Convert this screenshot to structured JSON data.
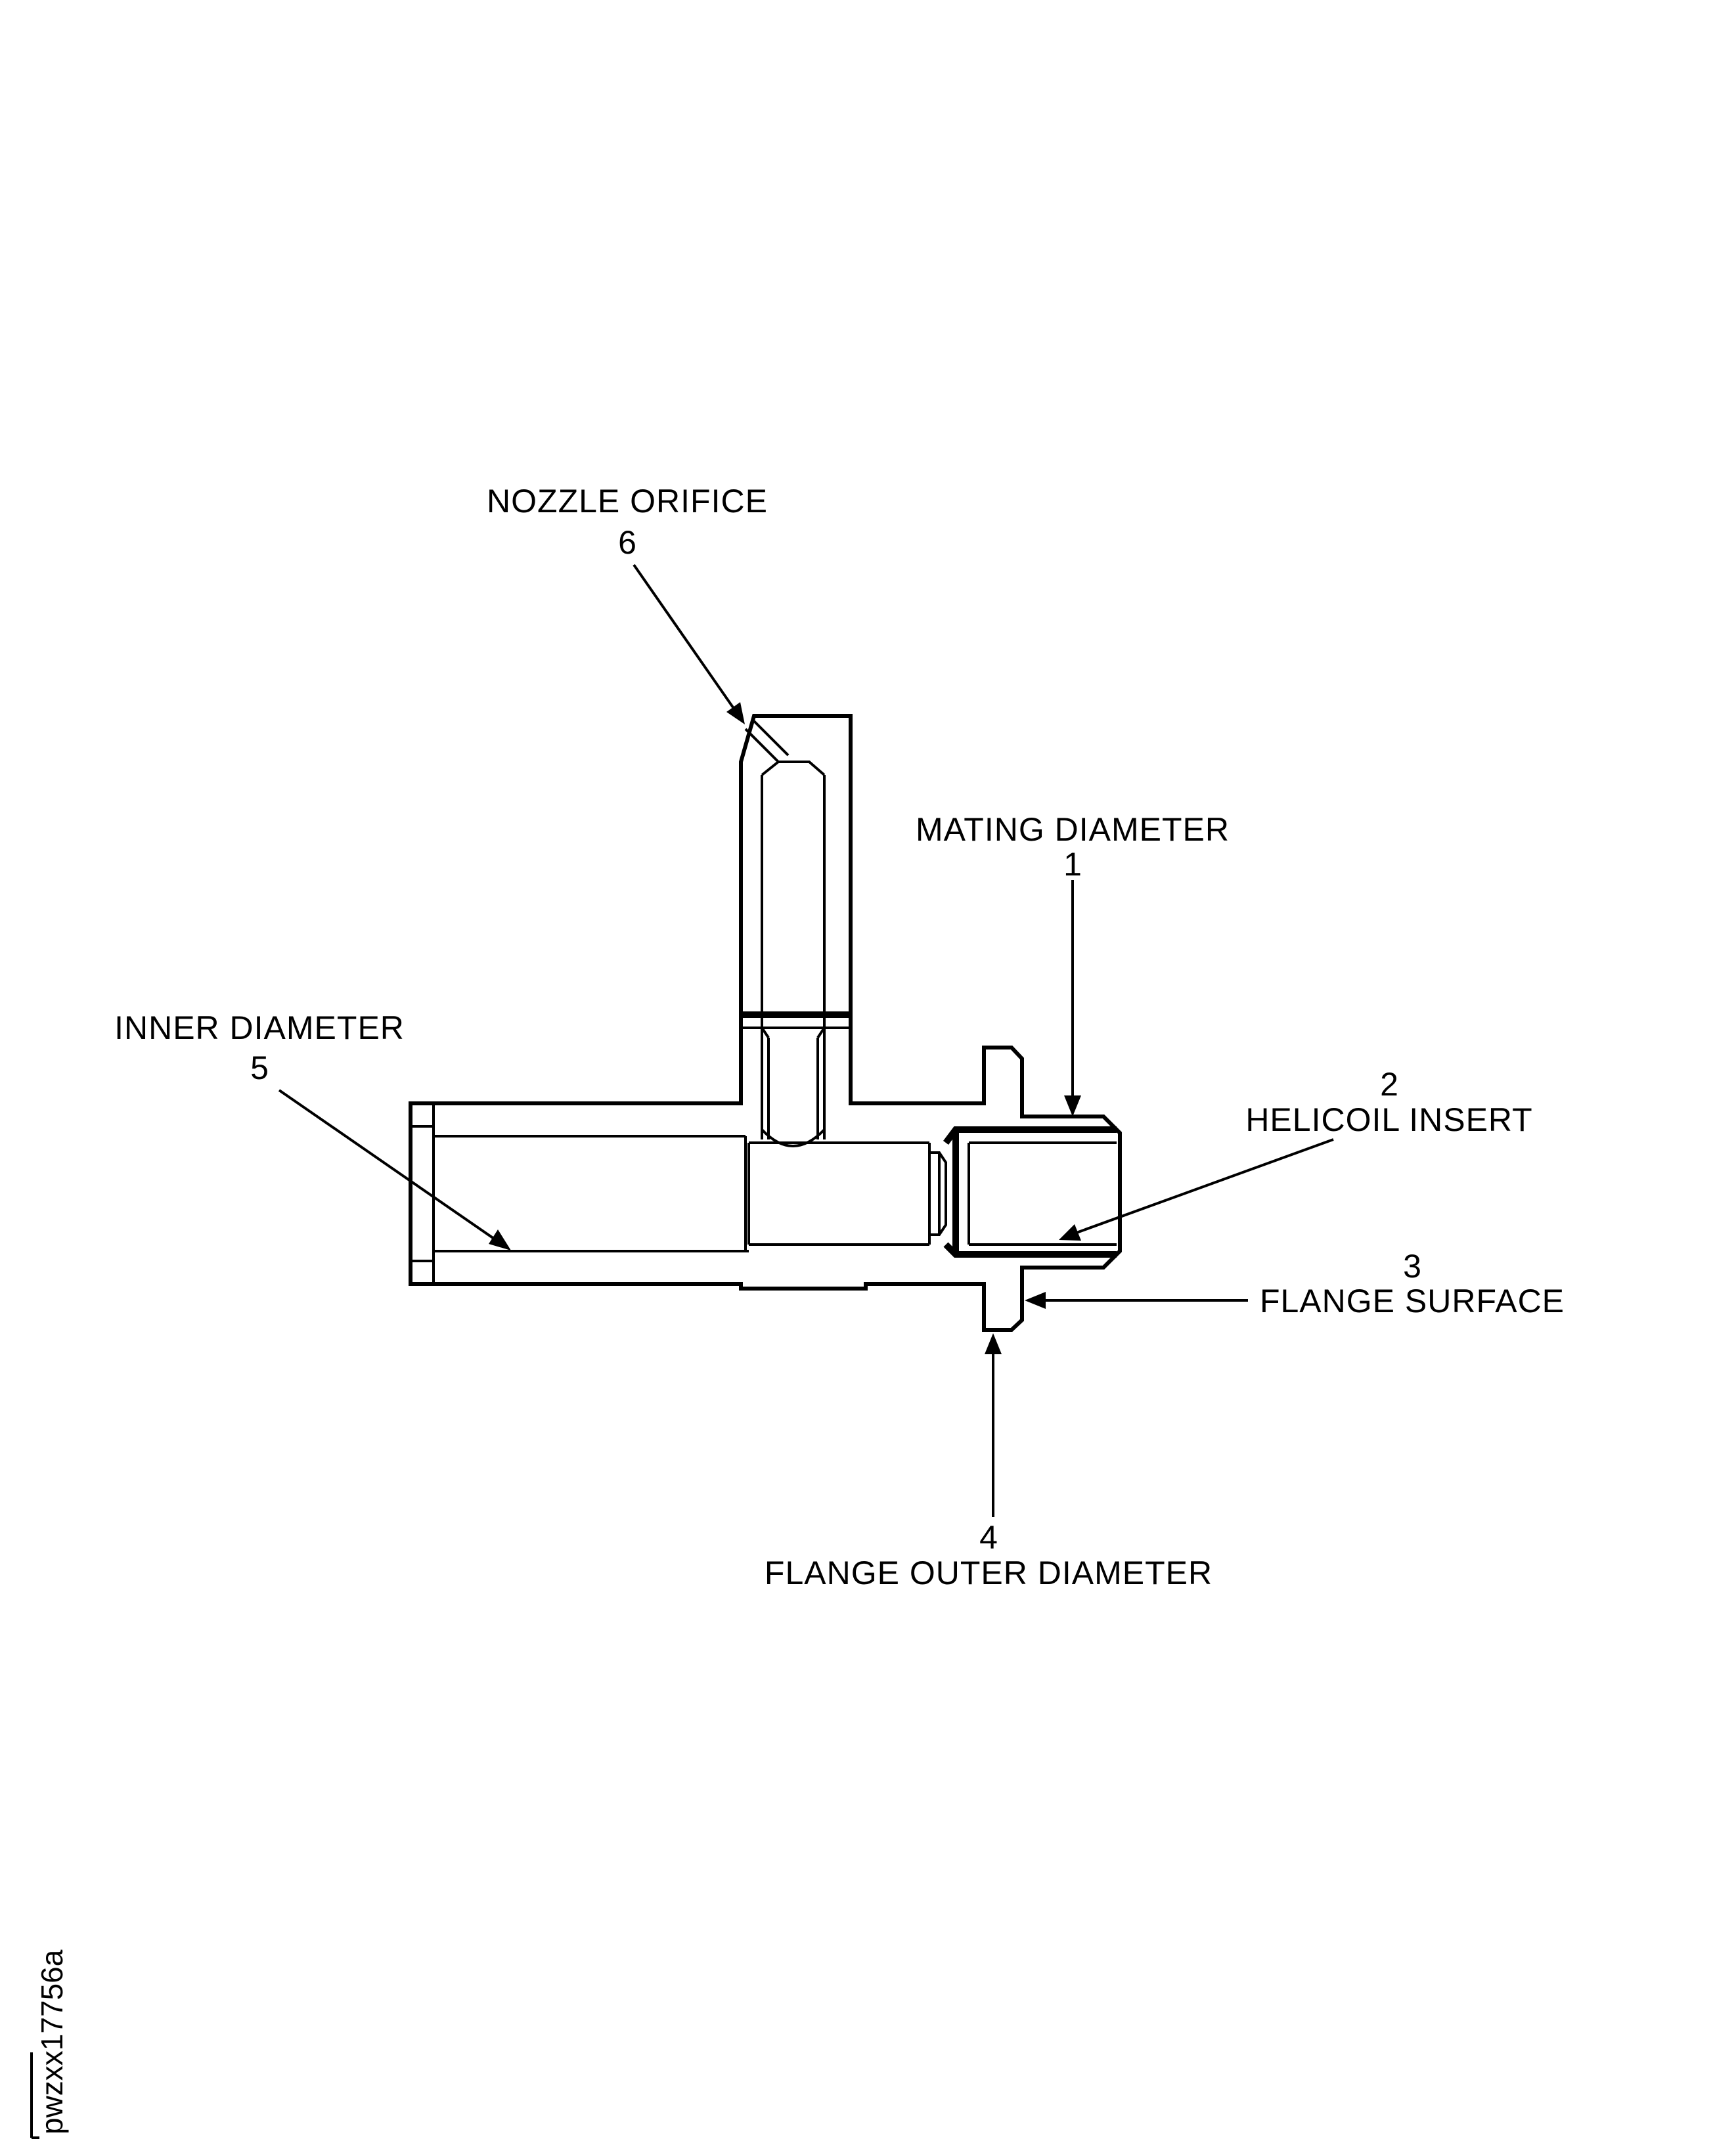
{
  "callouts": [
    {
      "number": "1",
      "label": "MATING DIAMETER"
    },
    {
      "number": "2",
      "label": "HELICOIL INSERT"
    },
    {
      "number": "3",
      "label": "FLANGE SURFACE"
    },
    {
      "number": "4",
      "label": "FLANGE OUTER DIAMETER"
    },
    {
      "number": "5",
      "label": "INNER DIAMETER"
    },
    {
      "number": "6",
      "label": "NOZZLE ORIFICE"
    }
  ],
  "figure_id": "pwzxx17756a"
}
